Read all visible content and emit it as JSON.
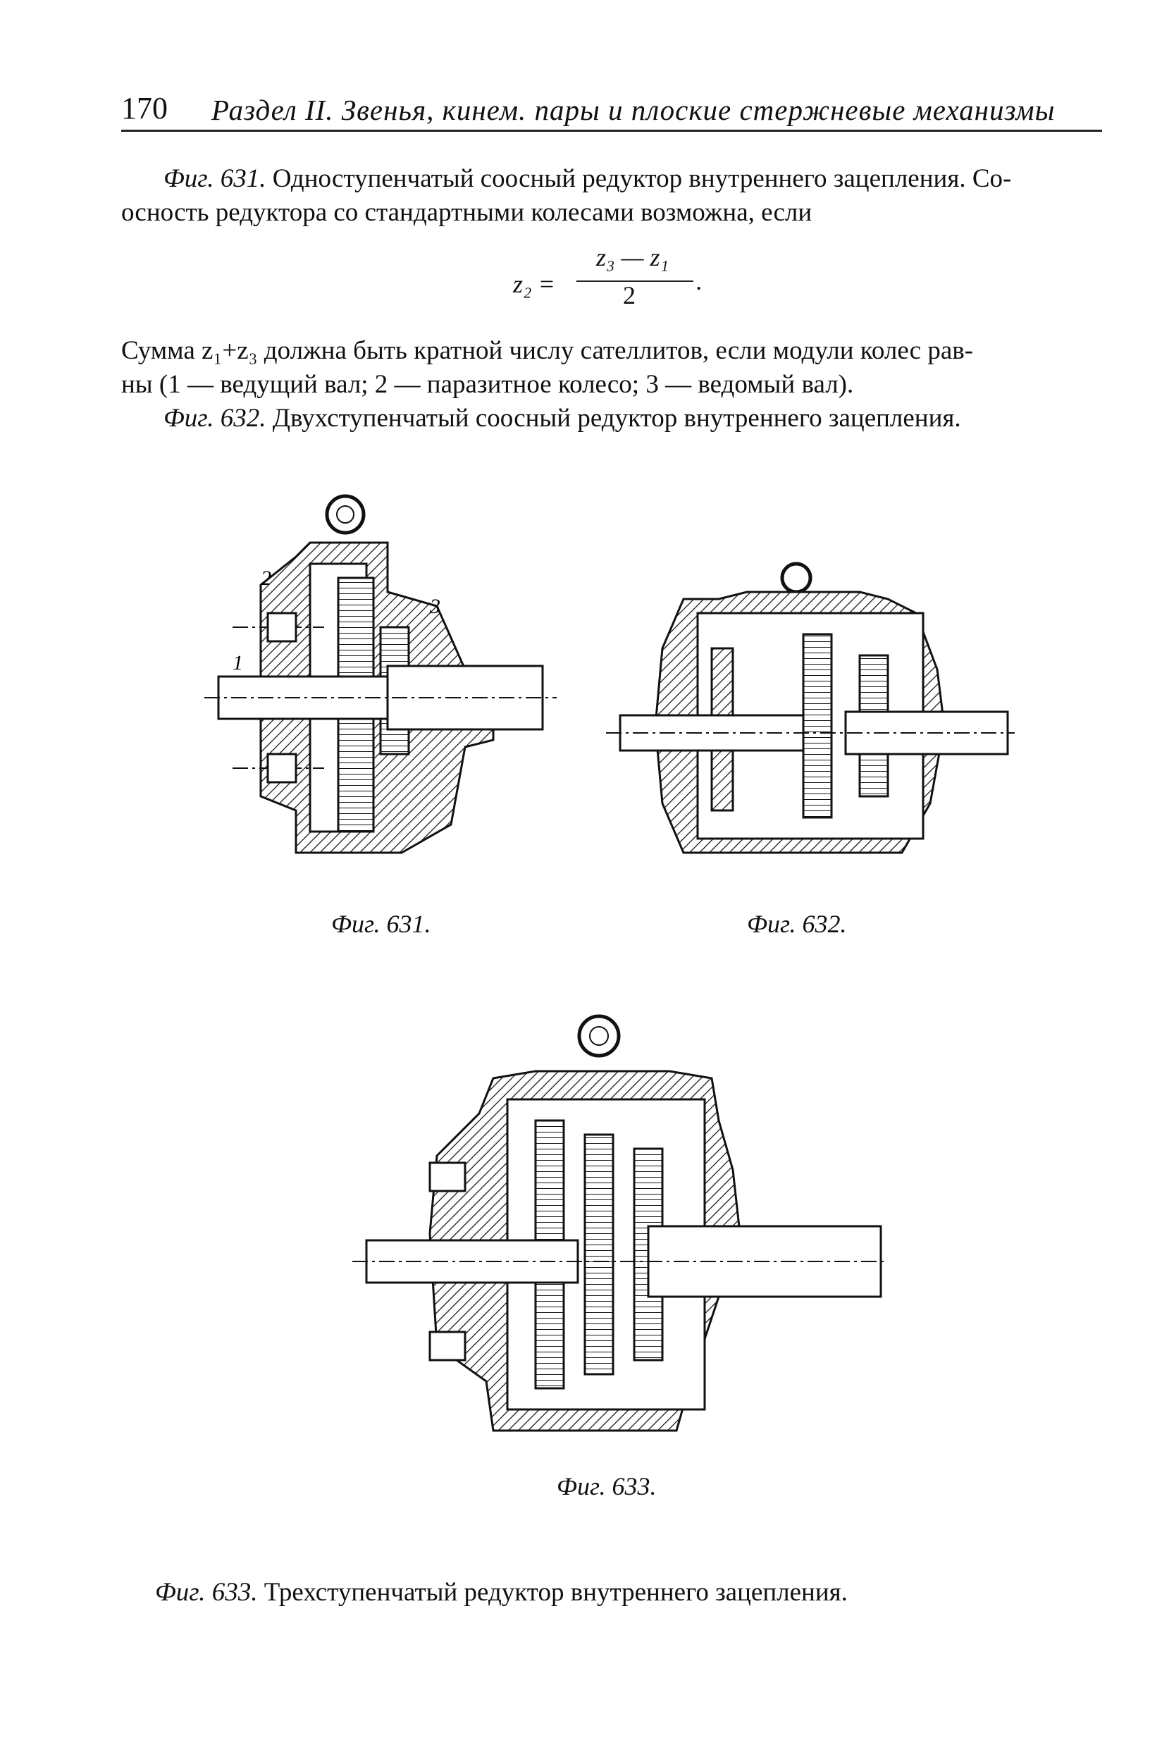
{
  "header": {
    "page_number": "170",
    "section_title": "Раздел II. Звенья, кинем. пары и плоские стержневые механизмы"
  },
  "text": {
    "fig631_line1_label": "Фиг. 631.",
    "fig631_line1": "Одноступенчатый соосный редуктор внутреннего зацепления. Со-",
    "fig631_line2": "осность редуктора со стандартными колесами возможна, если",
    "formula_lhs": "z₂ =",
    "formula_num": "z₃ — z₁",
    "formula_den": "2",
    "formula_end": ".",
    "sum_line1": "Сумма z₁+z₃ должна быть кратной числу сателлитов, если модули колес рав-",
    "sum_line2": "ны (1 — ведущий вал; 2 — паразитное колесо; 3 — ведомый вал).",
    "fig632_label": "Фиг. 632.",
    "fig632_text": "Двухступенчатый соосный редуктор внутреннего зацепления.",
    "fig633_label": "Фиг. 633.",
    "fig633_text": "Трехступенчатый редуктор внутреннего зацепления."
  },
  "figures": {
    "fig631": {
      "caption": "Фиг. 631.",
      "labels": [
        "1",
        "2",
        "3"
      ]
    },
    "fig632": {
      "caption": "Фиг. 632."
    },
    "fig633": {
      "caption": "Фиг. 633."
    }
  }
}
